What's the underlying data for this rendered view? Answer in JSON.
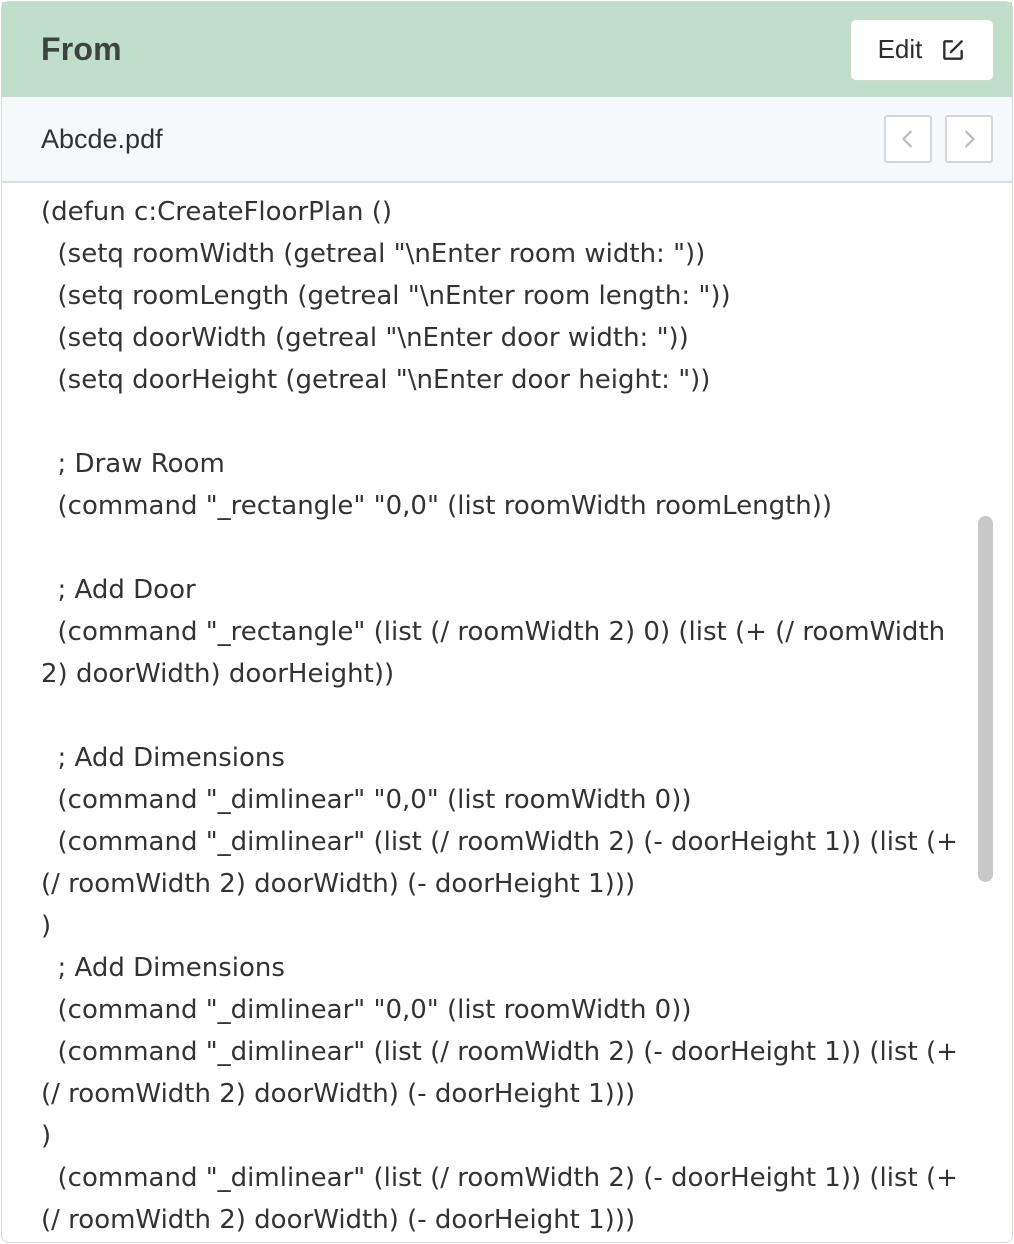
{
  "header": {
    "title": "From",
    "edit_label": "Edit"
  },
  "file": {
    "name": "Abcde.pdf"
  },
  "icons": {
    "edit": "edit-square-icon",
    "prev": "chevron-left-icon",
    "next": "chevron-right-icon"
  },
  "colors": {
    "header_bg": "#c0dfcb",
    "filebar_bg": "#f5f9fb"
  },
  "code": {
    "lines": [
      "(defun c:CreateFloorPlan ()",
      "  (setq roomWidth (getreal \"\\nEnter room width: \"))",
      "  (setq roomLength (getreal \"\\nEnter room length: \"))",
      "  (setq doorWidth (getreal \"\\nEnter door width: \"))",
      "  (setq doorHeight (getreal \"\\nEnter door height: \"))",
      "",
      "  ; Draw Room",
      "  (command \"_rectangle\" \"0,0\" (list roomWidth roomLength))",
      "",
      "  ; Add Door",
      "  (command \"_rectangle\" (list (/ roomWidth 2) 0) (list (+ (/ roomWidth 2) doorWidth) doorHeight))",
      "",
      "  ; Add Dimensions",
      "  (command \"_dimlinear\" \"0,0\" (list roomWidth 0))",
      "  (command \"_dimlinear\" (list (/ roomWidth 2) (- doorHeight 1)) (list (+ (/ roomWidth 2) doorWidth) (- doorHeight 1)))",
      ")",
      "  ; Add Dimensions",
      "  (command \"_dimlinear\" \"0,0\" (list roomWidth 0))",
      "  (command \"_dimlinear\" (list (/ roomWidth 2) (- doorHeight 1)) (list (+ (/ roomWidth 2) doorWidth) (- doorHeight 1)))",
      ")",
      "  (command \"_dimlinear\" (list (/ roomWidth 2) (- doorHeight 1)) (list (+ (/ roomWidth 2) doorWidth) (- doorHeight 1)))"
    ]
  }
}
